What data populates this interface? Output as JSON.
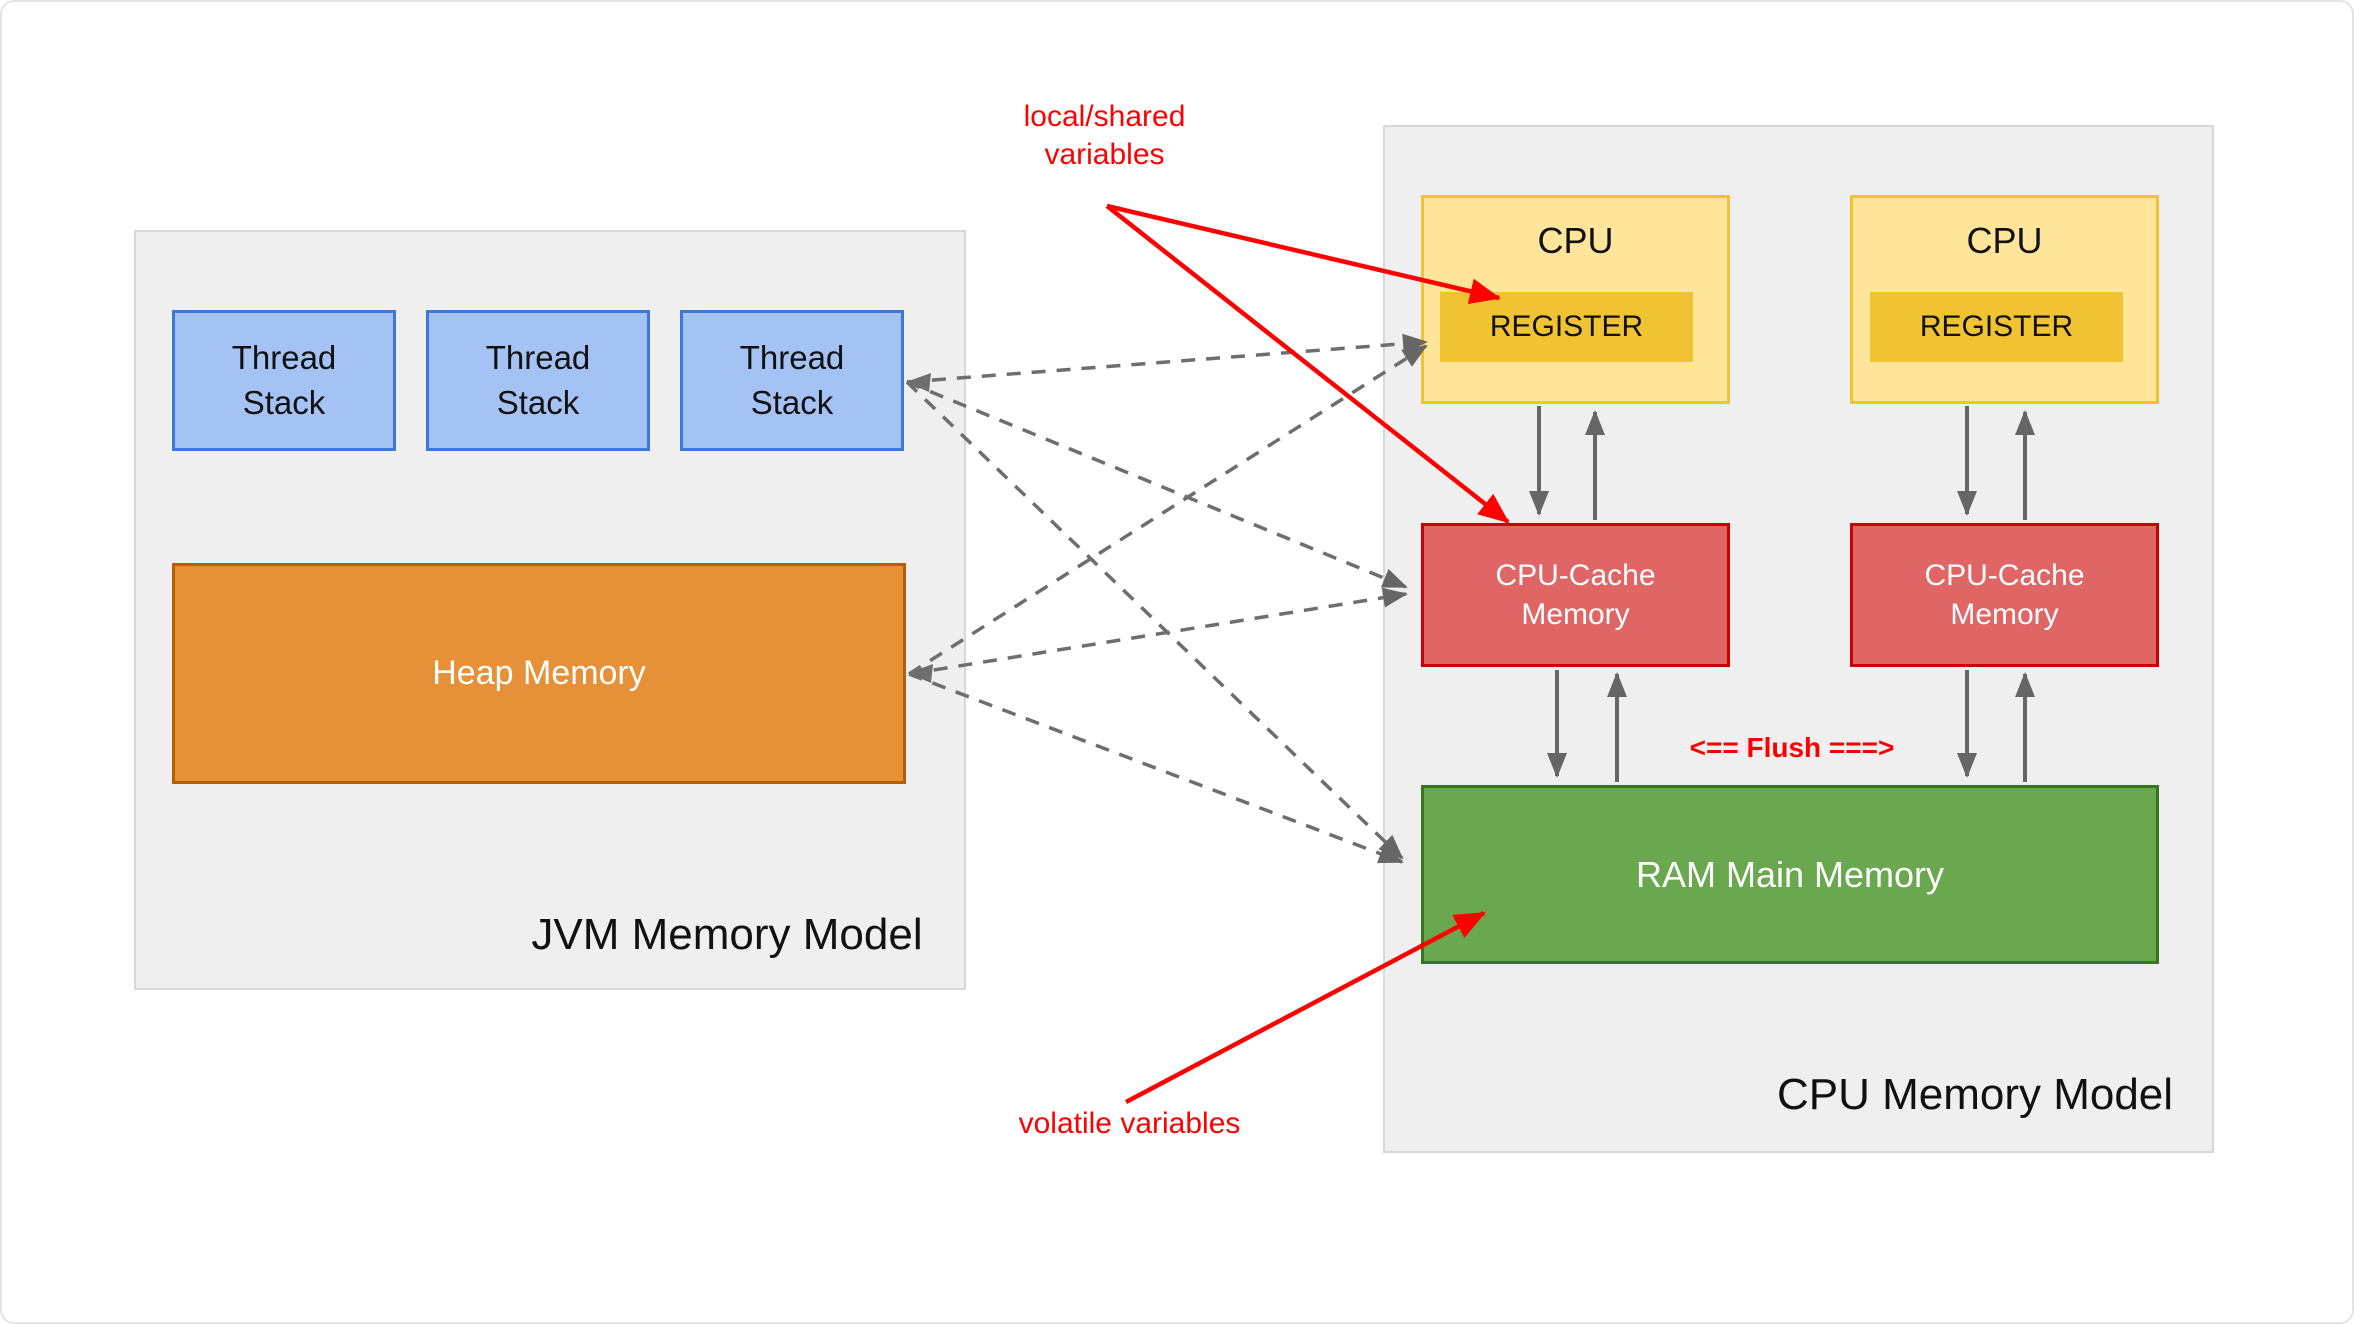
{
  "colors": {
    "canvas-border": "#e3e3e3",
    "panel-bg": "#efefef",
    "panel-border": "#d8d8d8",
    "thread-fill": "#a4c2f4",
    "thread-border": "#3c78d8",
    "heap-fill": "#e69138",
    "heap-border": "#b45f06",
    "cpu-fill": "#ffe599",
    "cpu-border": "#f1c232",
    "register-fill": "#f1c232",
    "cache-fill": "#e06666",
    "cache-border": "#cc0000",
    "ram-fill": "#6aa84f",
    "ram-border": "#38761d",
    "arrow-gray": "#666666",
    "dash-gray": "#6e6e6e",
    "annotation-red": "#ff0000",
    "text-dark": "#111111",
    "text-light": "#ffffff"
  },
  "jvm_panel": {
    "title": "JVM Memory Model",
    "thread_stacks": [
      "Thread Stack",
      "Thread Stack",
      "Thread Stack"
    ],
    "heap_label": "Heap Memory"
  },
  "cpu_panel": {
    "title": "CPU Memory Model",
    "cpus": [
      {
        "label": "CPU",
        "register_label": "REGISTER"
      },
      {
        "label": "CPU",
        "register_label": "REGISTER"
      }
    ],
    "caches": [
      "CPU-Cache Memory",
      "CPU-Cache Memory"
    ],
    "ram_label": "RAM Main Memory",
    "flush_label": "<== Flush ===>"
  },
  "annotations": {
    "local_shared": "local/shared variables",
    "volatile_vars": "volatile variables"
  }
}
